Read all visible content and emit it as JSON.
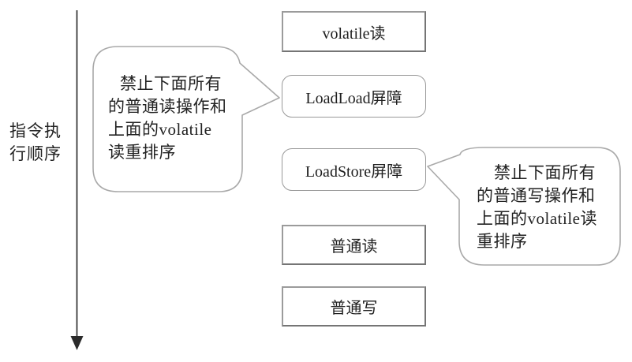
{
  "diagram": {
    "title_meaning": "volatile read memory barrier insertion diagram",
    "axis_label": {
      "line1": "指令执",
      "line2": "行顺序"
    },
    "boxes": [
      {
        "id": "volatile-read",
        "label": "volatile读"
      },
      {
        "id": "loadload-barrier",
        "label": "LoadLoad屏障"
      },
      {
        "id": "loadstore-barrier",
        "label": "LoadStore屏障"
      },
      {
        "id": "normal-read",
        "label": "普通读"
      },
      {
        "id": "normal-write",
        "label": "普通写"
      }
    ],
    "callouts": [
      {
        "id": "loadload-note",
        "points_to": "LoadLoad屏障",
        "lines": [
          "禁止下面所有",
          "的普通读操作和",
          "上面的volatile",
          "读重排序"
        ]
      },
      {
        "id": "loadstore-note",
        "points_to": "LoadStore屏障",
        "lines": [
          "禁止下面所有",
          "的普通写操作和",
          "上面的volatile读",
          "重排序"
        ]
      }
    ],
    "colors": {
      "background": "#ffffff",
      "box_border": "#9b9b9b",
      "bubble_border": "#a9a9a9",
      "arrow": "#2f2f2f",
      "text": "#222222"
    }
  }
}
